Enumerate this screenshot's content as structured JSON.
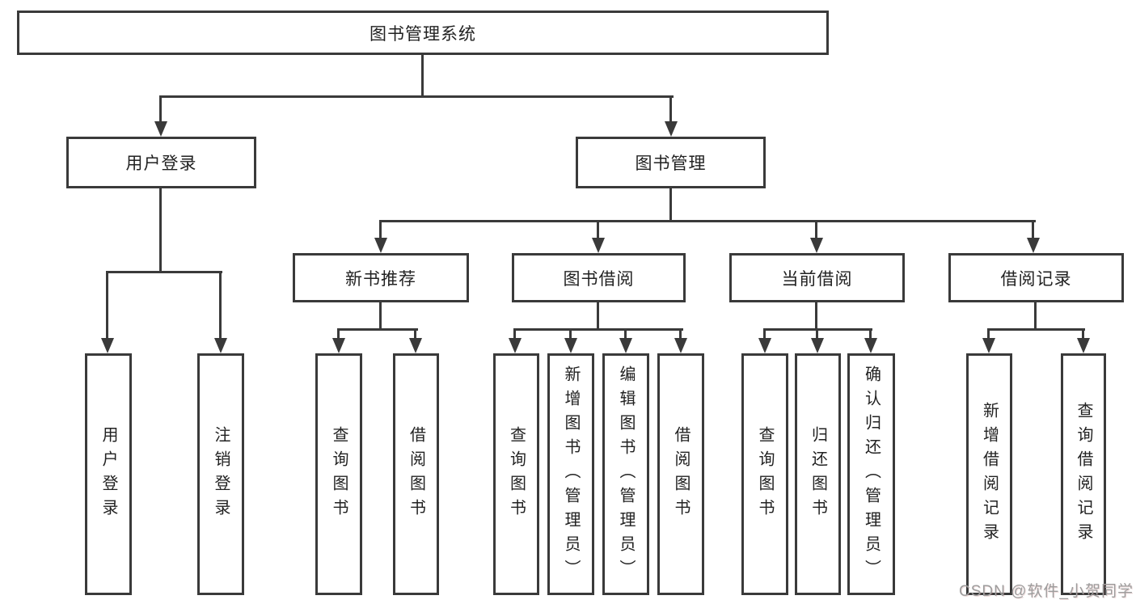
{
  "diagram": {
    "root": {
      "label": "图书管理系统"
    },
    "level2": [
      {
        "label": "用户登录"
      },
      {
        "label": "图书管理"
      }
    ],
    "level3": [
      {
        "label": "新书推荐"
      },
      {
        "label": "图书借阅"
      },
      {
        "label": "当前借阅"
      },
      {
        "label": "借阅记录"
      }
    ],
    "leaves": {
      "user_login": [
        "用户登录",
        "注销登录"
      ],
      "new_books": [
        "查询图书",
        "借阅图书"
      ],
      "book_borrow": [
        "查询图书",
        "新增图书（管理员）",
        "编辑图书（管理员）",
        "借阅图书"
      ],
      "current_borrow": [
        "查询图书",
        "归还图书",
        "确认归还（管理员）"
      ],
      "borrow_records": [
        "新增借阅记录",
        "查询借阅记录"
      ]
    }
  },
  "watermark": {
    "text": "CSDN @软件_小贺同学"
  },
  "colors": {
    "line": "#3a3a3a",
    "text": "#222222",
    "watermark": "#9d9d9d",
    "background": "#ffffff"
  }
}
